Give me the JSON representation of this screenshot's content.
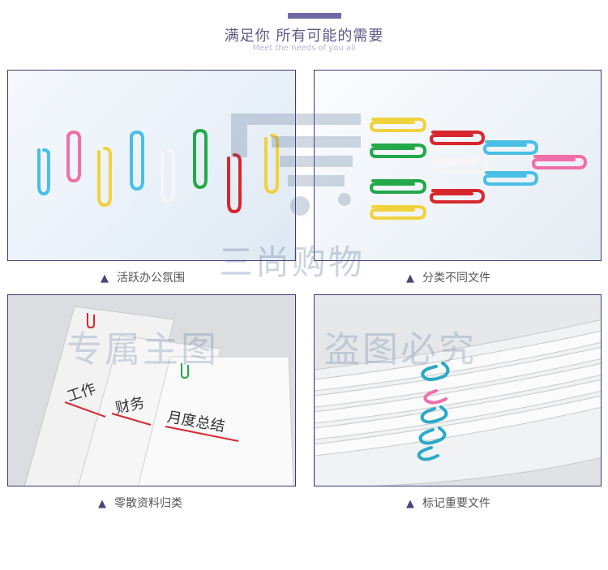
{
  "header": {
    "title": "满足你 所有可能的需要",
    "subtitle": "Meet the needs of you all"
  },
  "colors": {
    "accent": "#3e3a73",
    "clip_blue": "#49bfe6",
    "clip_pink": "#f06fa8",
    "clip_yellow": "#f1d23c",
    "clip_green": "#23a84a",
    "clip_red": "#d8262d",
    "clip_white": "#f4f4f4"
  },
  "captions": {
    "c1": "活跃办公氛围",
    "c2": "分类不同文件",
    "c3": "零散资料归类",
    "c4": "标记重要文件"
  },
  "documents": {
    "doc1": "工作",
    "doc2": "财务",
    "doc3": "月度总结"
  },
  "watermark": {
    "brand": "三尚购物",
    "left": "专属主图",
    "right": "盗图必究"
  },
  "icons": {
    "caption_marker": "triangle-up-icon",
    "watermark_logo": "shopping-cart-logo"
  }
}
